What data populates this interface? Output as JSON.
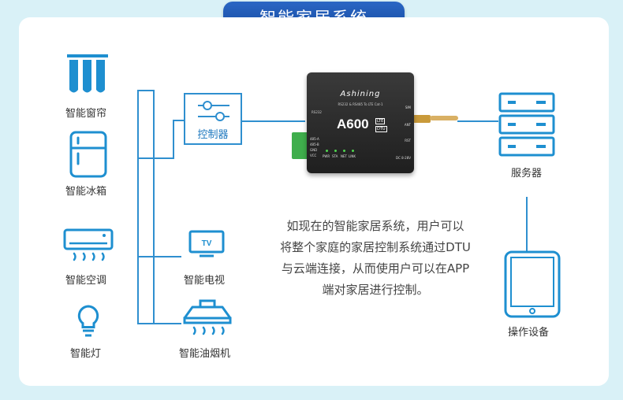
{
  "title": "智能家居系统",
  "controller_label": "控制器",
  "left_items": {
    "curtain": "智能窗帘",
    "fridge": "智能冰箱",
    "ac": "智能空调",
    "light": "智能灯"
  },
  "middle_items": {
    "tv": "智能电视",
    "tv_icon_text": "TV",
    "hood": "智能油烟机"
  },
  "server_label": "服务器",
  "tablet_label": "操作设备",
  "description": [
    "如现在的智能家居系统，用户可以",
    "将整个家庭的家居控制系统通过DTU",
    "与云端连接，从而使用户可以在APP",
    "端对家居进行控制。"
  ],
  "device": {
    "brand": "Ashining",
    "model": "A600",
    "subtitle": "RS232 & RS485 To LTE Cat-1",
    "port_label": "RS232",
    "badges": [
      "LTE",
      "DTU"
    ],
    "leds": [
      "PWR",
      "STA",
      "NET",
      "LINK"
    ],
    "terminals": [
      "485-A",
      "485-B",
      "GND",
      "VCC"
    ],
    "right_labels": [
      "SIM",
      "ANT",
      "RST",
      "DC 8-28V"
    ]
  },
  "colors": {
    "accent": "#2f8fcf",
    "title_bg": "#1a55ad",
    "background": "#d9f1f7"
  }
}
